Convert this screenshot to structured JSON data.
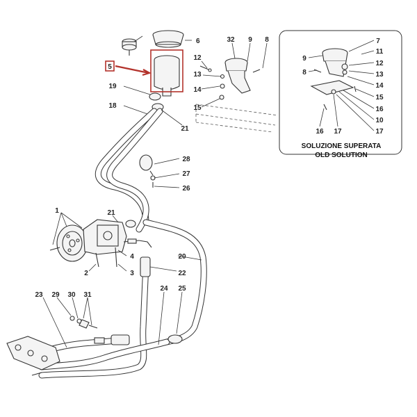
{
  "diagram": {
    "callouts": {
      "c1": "1",
      "c2": "2",
      "c3": "3",
      "c4": "4",
      "c5": "5",
      "c6": "6",
      "c8": "8",
      "c9": "9",
      "c12": "12",
      "c13": "13",
      "c14": "14",
      "c15": "15",
      "c18": "18",
      "c19": "19",
      "c20": "20",
      "c21a": "21",
      "c21b": "21",
      "c22": "22",
      "c23": "23",
      "c24": "24",
      "c25": "25",
      "c26": "26",
      "c27": "27",
      "c28": "28",
      "c29": "29",
      "c30": "30",
      "c31": "31",
      "c32": "32"
    },
    "inset": {
      "title_line1": "SOLUZIONE SUPERATA",
      "title_line2": "OLD SOLUTION",
      "callouts": {
        "i7": "7",
        "i8": "8",
        "i9": "9",
        "i10": "10",
        "i11": "11",
        "i12": "12",
        "i13": "13",
        "i14": "14",
        "i15": "15",
        "i16a": "16",
        "i16b": "16",
        "i17a": "17",
        "i17b": "17"
      }
    },
    "highlight_color": "#b3322b"
  }
}
